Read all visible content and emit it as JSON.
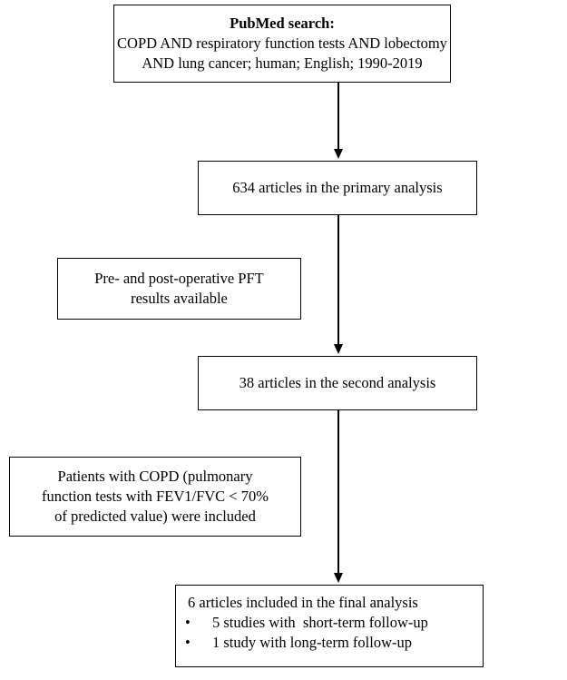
{
  "search_box": {
    "heading": "PubMed search:",
    "line1": "COPD AND respiratory function tests AND lobectomy",
    "line2": "AND lung cancer; human; English; 1990-2019"
  },
  "primary_box": {
    "text": "634 articles in the primary analysis"
  },
  "criterion1_box": {
    "line1": "Pre- and post-operative PFT",
    "line2": "results available"
  },
  "second_box": {
    "text": "38 articles in the second analysis"
  },
  "criterion2_box": {
    "line1": "Patients with COPD (pulmonary",
    "line2": "function tests with FEV1/FVC < 70%",
    "line3": "of predicted value) were included"
  },
  "final_box": {
    "title": "6 articles included in the final analysis",
    "bullet_symbol": "•",
    "items": [
      "5 studies with  short-term follow-up",
      "1 study with long-term follow-up"
    ]
  }
}
